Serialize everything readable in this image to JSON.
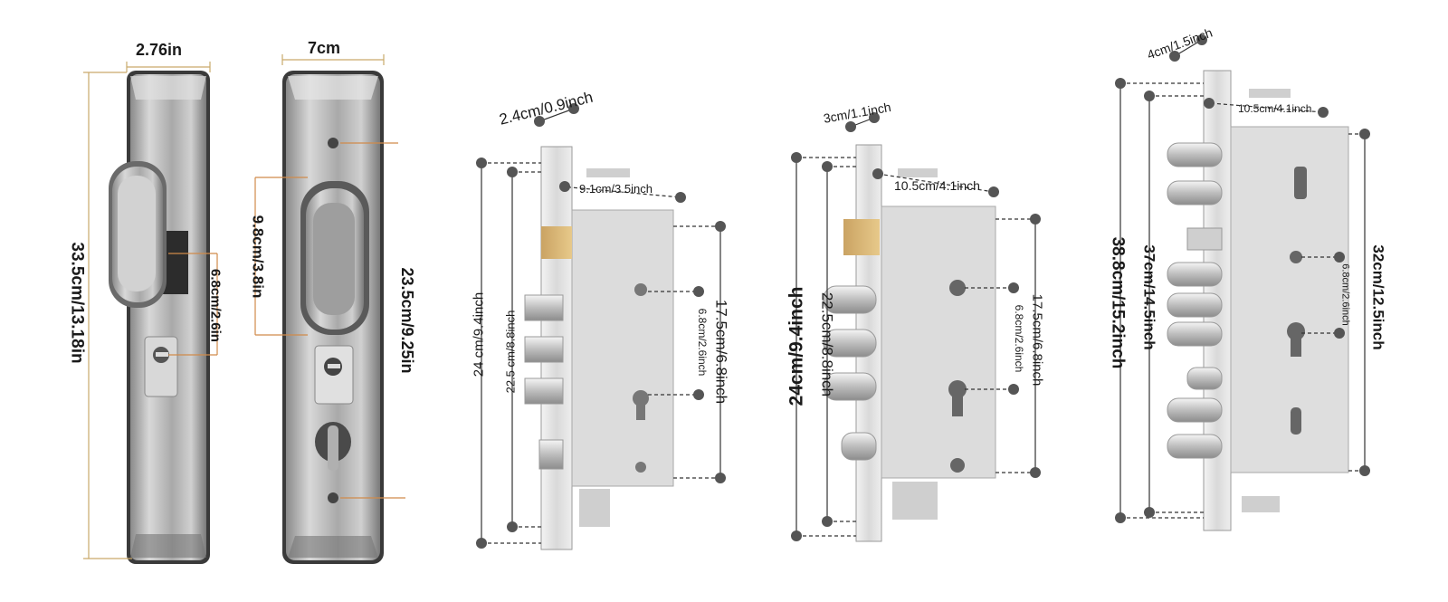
{
  "handle_front": {
    "width": "2.76in",
    "height": "33.5cm/13.18in",
    "knob_height": "6.8cm/2.6in"
  },
  "handle_back": {
    "width": "7cm",
    "knob_height": "9.8cm/3.8in",
    "screw_spacing": "23.5cm/9.25in"
  },
  "lock_body_1": {
    "faceplate_width": "2.4cm/0.9inch",
    "backset": "9.1cm/3.5inch",
    "total_height": "24 cm/9.4inch",
    "inner_height": "22.5 cm/8.8inch",
    "case_height": "17.5cm/6.8inch",
    "hole_spacing": "6.8cm/2.6inch"
  },
  "lock_body_2": {
    "faceplate_width": "3cm/1.1inch",
    "backset": "10.5cm/4.1inch",
    "total_height": "24cm/9.4inch",
    "inner_height": "22.5cm/8.8inch",
    "case_height": "17.5cm/6.8inch",
    "hole_spacing": "6.8cm/2.6inch"
  },
  "lock_body_3": {
    "faceplate_width": "4cm/1.5inch",
    "backset": "10.5cm/4.1inch",
    "total_height": "38.8cm/15.2inch",
    "inner_height": "37cm/14.5inch",
    "case_height": "32cm/12.5inch",
    "hole_spacing": "6.8cm/2.6inch"
  },
  "colors": {
    "line_gold": "#c9a96a",
    "line_orange": "#d08a4a",
    "dim_dark": "#333333",
    "steel_light": "#e6e6e6",
    "steel_mid": "#bdbdbd",
    "steel_dark": "#6e6e6e"
  }
}
